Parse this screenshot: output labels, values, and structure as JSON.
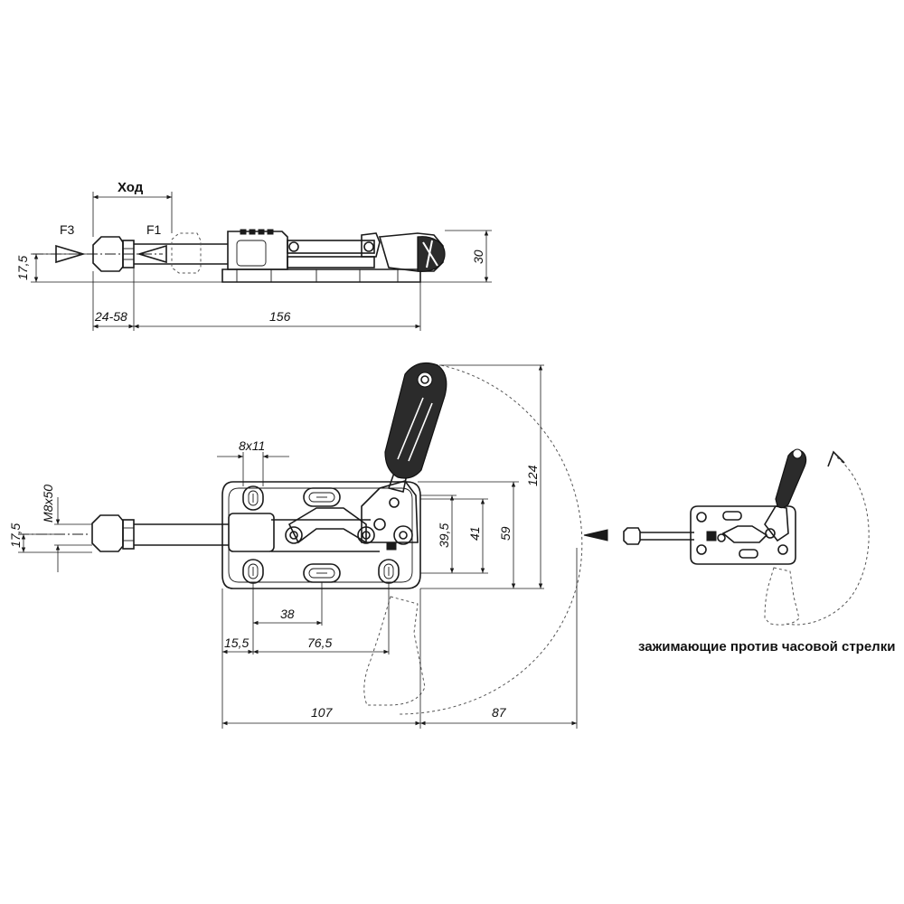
{
  "top_view": {
    "stroke_label": "Ход",
    "force_left": "F3",
    "force_right": "F1",
    "dim_height_left": "17,5",
    "dim_height_right": "30",
    "dim_stroke_range": "24-58",
    "dim_length": "156"
  },
  "front_view": {
    "dim_slot": "8x11",
    "dim_thread": "M8x50",
    "dim_height_left": "17,5",
    "dim_39_5": "39,5",
    "dim_41": "41",
    "dim_59": "59",
    "dim_124": "124",
    "dim_38": "38",
    "dim_15_5": "15,5",
    "dim_76_5": "76,5",
    "dim_107": "107",
    "dim_87": "87"
  },
  "small_view": {
    "caption": "зажимающие против часовой стрелки"
  }
}
